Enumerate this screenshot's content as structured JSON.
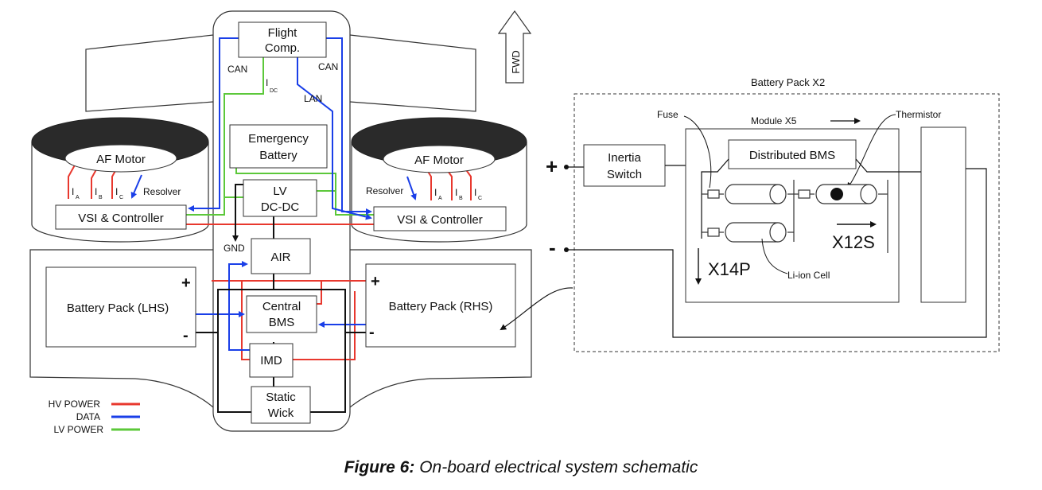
{
  "diagram": {
    "flight_comp": [
      "Flight",
      "Comp."
    ],
    "can_left": "CAN",
    "can_right": "CAN",
    "idc_main": "I",
    "idc_sub": "DC",
    "lan": "LAN",
    "fwd": "FWD",
    "emergency_battery": [
      "Emergency",
      "Battery"
    ],
    "lv_dcdc": [
      "LV",
      "DC-DC"
    ],
    "motor_left": "AF Motor",
    "motor_right": "AF Motor",
    "resolver_left": "Resolver",
    "resolver_right": "Resolver",
    "phase_main": "I",
    "phase_subs": [
      "A",
      "B",
      "C"
    ],
    "vsi_left": "VSI & Controller",
    "vsi_right": "VSI & Controller",
    "gnd": "GND",
    "air": "AIR",
    "battery_lhs": "Battery Pack (LHS)",
    "battery_rhs": "Battery Pack (RHS)",
    "plus": "+",
    "minus": "-",
    "central_bms": [
      "Central",
      "BMS"
    ],
    "imd": "IMD",
    "static_wick": [
      "Static",
      "Wick"
    ],
    "legend": [
      {
        "label": "HV POWER",
        "color": "#e8382e"
      },
      {
        "label": "DATA",
        "color": "#1a3fe8"
      },
      {
        "label": "LV POWER",
        "color": "#5cc83a"
      }
    ],
    "battery_pack_x2": "Battery Pack X2",
    "fuse": "Fuse",
    "module_x5": "Module X5",
    "thermistor": "Thermistor",
    "inertia_switch": [
      "Inertia",
      "Switch"
    ],
    "distributed_bms": "Distributed BMS",
    "x14p": "X14P",
    "x12s": "X12S",
    "li_ion_cell": "Li-ion Cell"
  },
  "caption": {
    "label": "Figure 6:",
    "text": " On-board electrical system schematic"
  }
}
